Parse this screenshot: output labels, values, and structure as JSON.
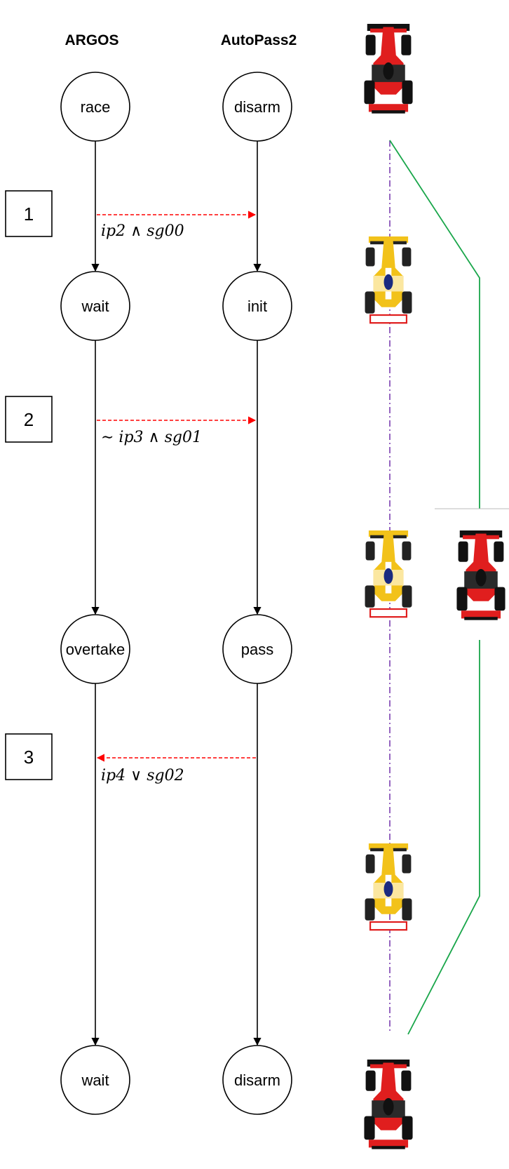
{
  "columns": {
    "argos": "ARGOS",
    "autopass": "AutoPass2"
  },
  "argos_states": [
    "race",
    "wait",
    "overtake",
    "wait"
  ],
  "autopass_states": [
    "disarm",
    "init",
    "pass",
    "disarm"
  ],
  "steps": [
    "1",
    "2",
    "3"
  ],
  "conditions": [
    "ip2 ∧ sg00",
    "∼ ip3 ∧ sg01",
    "ip4 ∨ sg02"
  ],
  "message_directions": [
    "argos-to-autopass",
    "argos-to-autopass",
    "autopass-to-argos"
  ],
  "colors": {
    "transition": "#000000",
    "message": "#ff0000",
    "lane": "#7b3fb0",
    "path": "#19a64a",
    "car_red": "#e01e1e",
    "car_yellow": "#f2c21a"
  },
  "cars": [
    {
      "role": "overtaking-car",
      "color": "red"
    },
    {
      "role": "leading-car",
      "color": "yellow"
    },
    {
      "role": "leading-car",
      "color": "yellow"
    },
    {
      "role": "overtaking-car",
      "color": "red"
    },
    {
      "role": "leading-car",
      "color": "yellow"
    },
    {
      "role": "overtaking-car",
      "color": "red"
    }
  ]
}
